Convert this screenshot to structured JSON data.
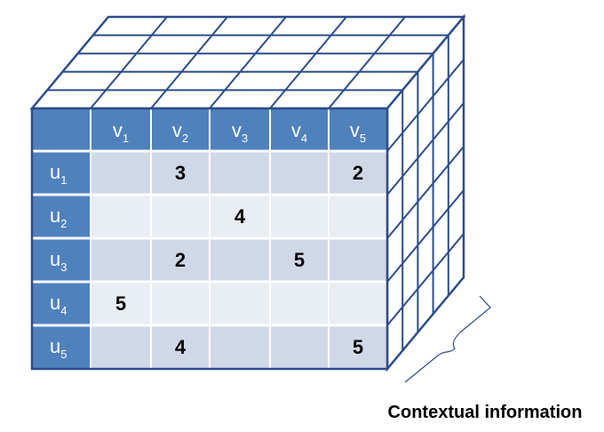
{
  "matrix": {
    "columns": [
      {
        "base": "v",
        "sub": "1"
      },
      {
        "base": "v",
        "sub": "2"
      },
      {
        "base": "v",
        "sub": "3"
      },
      {
        "base": "v",
        "sub": "4"
      },
      {
        "base": "v",
        "sub": "5"
      }
    ],
    "rows": [
      {
        "base": "u",
        "sub": "1",
        "cells": [
          "",
          "3",
          "",
          "",
          "2"
        ]
      },
      {
        "base": "u",
        "sub": "2",
        "cells": [
          "",
          "",
          "4",
          "",
          ""
        ]
      },
      {
        "base": "u",
        "sub": "3",
        "cells": [
          "",
          "2",
          "",
          "5",
          ""
        ]
      },
      {
        "base": "u",
        "sub": "4",
        "cells": [
          "5",
          "",
          "",
          "",
          ""
        ]
      },
      {
        "base": "u",
        "sub": "5",
        "cells": [
          "",
          "4",
          "",
          "",
          "5"
        ]
      }
    ]
  },
  "caption": "Contextual information",
  "colors": {
    "header_fill": "#4f81bd",
    "header_corner": "#4f81bd",
    "row_dark": "#d0d8e8",
    "row_light": "#e9edf4",
    "line": "#2c4d8a",
    "top_fill": "#ffffff"
  }
}
